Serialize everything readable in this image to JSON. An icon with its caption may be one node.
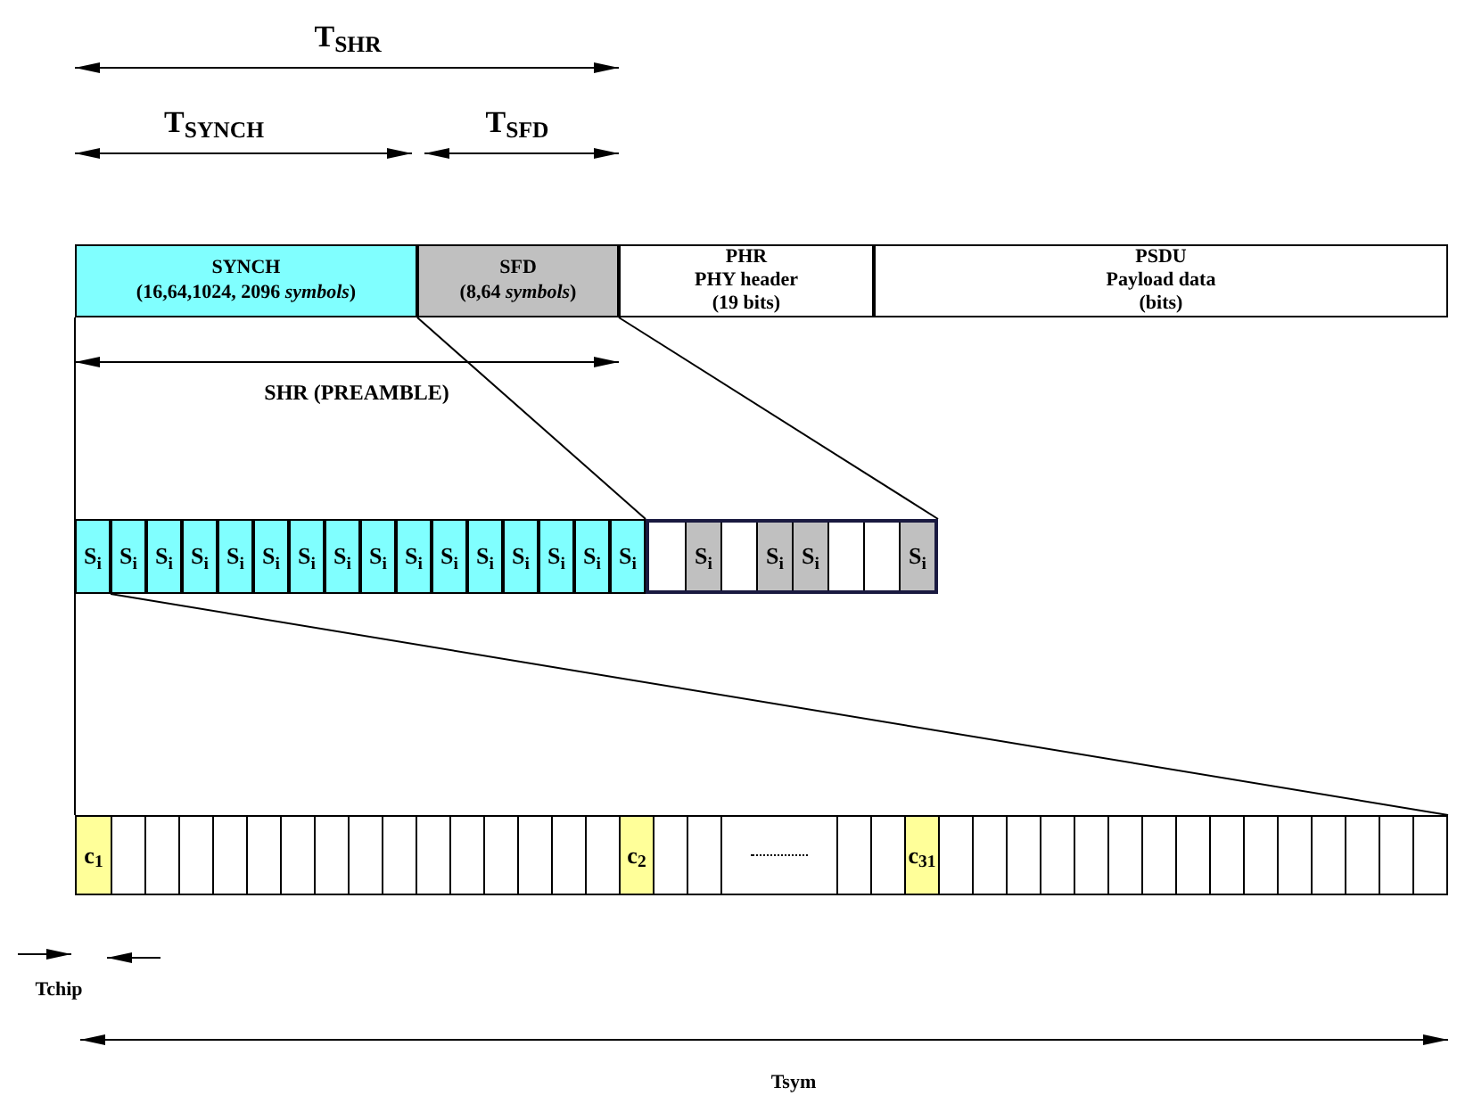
{
  "diagram": {
    "nodes": [
      {
        "text": [
          "SYNCH",
          "(16,64,1024, 2096 *symbols*)"
        ]
      },
      {
        "text": [
          "SFD",
          "(8,64 *symbols*)"
        ]
      },
      {
        "text": [
          "PHR",
          "PHY header",
          "(19 bits)"
        ]
      },
      {
        "text": [
          "PSDU",
          "Payload data",
          "(bits)"
        ]
      },
      {
        "text": [
          "S$_{i}$"
        ]
      },
      {
        "text": [
          "S$_{i}$"
        ]
      },
      {
        "text": [
          "S$_{i}$"
        ]
      },
      {
        "text": [
          "S$_{i}$"
        ]
      },
      {
        "text": [
          "S$_{i}$"
        ]
      },
      {
        "text": [
          "S$_{i}$"
        ]
      },
      {
        "text": [
          "S$_{i}$"
        ]
      },
      {
        "text": [
          "S$_{i}$"
        ]
      },
      {
        "text": [
          "S$_{i}$"
        ]
      },
      {
        "text": [
          "S$_{i}$"
        ]
      },
      {
        "text": [
          "S$_{i}$"
        ]
      },
      {
        "text": [
          "S$_{i}$"
        ]
      },
      {
        "text": [
          "S$_{i}$"
        ]
      },
      {
        "text": [
          "S$_{i}$"
        ]
      },
      {
        "text": [
          "S$_{i}$"
        ]
      },
      {
        "text": [
          "S$_{i}$"
        ]
      },
      {
        "text": [],
        "shape": "box"
      },
      {
        "text": [],
        "shape": "box",
        "in": 20
      },
      {
        "text": [
          "S$_{i}$"
        ],
        "in": 20
      },
      {
        "text": [],
        "shape": "box",
        "in": 20
      },
      {
        "text": [
          "S$_{i}$"
        ],
        "in": 20
      },
      {
        "text": [
          "S$_{i}$"
        ],
        "in": 20
      },
      {
        "text": [],
        "shape": "box",
        "in": 20
      },
      {
        "text": [],
        "shape": "box",
        "in": 20
      },
      {
        "text": [
          "S$_{i}$"
        ],
        "in": 20
      },
      {
        "text": [],
        "shape": "box"
      },
      {
        "text": [
          "c$_{1}$"
        ],
        "in": 29
      },
      {
        "text": [],
        "shape": "box",
        "in": 29
      },
      {
        "text": [],
        "shape": "box",
        "in": 29
      },
      {
        "text": [],
        "shape": "box",
        "in": 29
      },
      {
        "text": [],
        "shape": "box",
        "in": 29
      },
      {
        "text": [],
        "shape": "box",
        "in": 29
      },
      {
        "text": [],
        "shape": "box",
        "in": 29
      },
      {
        "text": [],
        "shape": "box",
        "in": 29
      },
      {
        "text": [],
        "shape": "box",
        "in": 29
      },
      {
        "text": [],
        "shape": "box",
        "in": 29
      },
      {
        "text": [],
        "shape": "box",
        "in": 29
      },
      {
        "text": [],
        "shape": "box",
        "in": 29
      },
      {
        "text": [],
        "shape": "box",
        "in": 29
      },
      {
        "text": [],
        "shape": "box",
        "in": 29
      },
      {
        "text": [],
        "shape": "box",
        "in": 29
      },
      {
        "text": [],
        "shape": "box",
        "in": 29
      },
      {
        "text": [
          "c$_{2}$"
        ],
        "in": 29
      },
      {
        "text": [],
        "shape": "box",
        "in": 29
      },
      {
        "text": [],
        "shape": "box",
        "in": 29
      },
      {
        "text": [],
        "shape": "box",
        "in": 29
      },
      {
        "text": [],
        "shape": "box",
        "in": 29
      },
      {
        "text": [],
        "shape": "box",
        "in": 29
      },
      {
        "text": [
          "c$_{31}$"
        ],
        "in": 29
      },
      {
        "text": [],
        "shape": "box",
        "in": 29
      },
      {
        "text": [],
        "shape": "box",
        "in": 29
      },
      {
        "text": [],
        "shape": "box",
        "in": 29
      },
      {
        "text": [],
        "shape": "box",
        "in": 29
      },
      {
        "text": [],
        "shape": "box",
        "in": 29
      },
      {
        "text": [],
        "shape": "box",
        "in": 29
      },
      {
        "text": [],
        "shape": "box",
        "in": 29
      },
      {
        "text": [],
        "shape": "box",
        "in": 29
      },
      {
        "text": [],
        "shape": "box",
        "in": 29
      },
      {
        "text": [],
        "shape": "box",
        "in": 29
      },
      {
        "text": [],
        "shape": "box",
        "in": 29
      },
      {
        "text": [],
        "shape": "box",
        "in": 29
      },
      {
        "text": [],
        "shape": "box",
        "in": 29
      },
      {
        "text": [],
        "shape": "box",
        "in": 29
      },
      {
        "text": [],
        "shape": "box",
        "in": 29
      }
    ],
    "edges": [
      {
        "from": 1,
        "to": 20,
        "arrow": "none"
      },
      {
        "from": 1,
        "to": 20,
        "arrow": "none"
      },
      {
        "from": 4,
        "to": 29,
        "arrow": "none"
      },
      {
        "from": 0,
        "to": 29,
        "arrow": "none"
      }
    ],
    "labels": [
      "T$_{SHR}$",
      "T$_{SYNCH}$",
      "T$_{SFD}$",
      "SHR (PREAMBLE)",
      "Tchip",
      "Tsym"
    ]
  }
}
